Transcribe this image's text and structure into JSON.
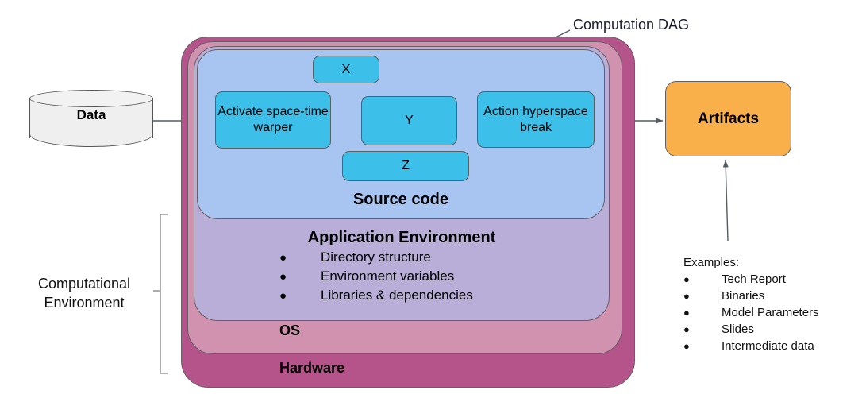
{
  "title": "Computational Environment and Computation DAG diagram",
  "layers": {
    "source_code": {
      "label": "Source code",
      "color": "#a8c4f0"
    },
    "application_environment": {
      "label": "Application Environment",
      "color": "#b8aed8",
      "bullets": [
        "Directory structure",
        "Environment variables",
        "Libraries & dependencies"
      ],
      "bullet_glyph": "●"
    },
    "os": {
      "label": "OS",
      "color": "#d192b0"
    },
    "hardware": {
      "label": "Hardware",
      "color": "#b5548a"
    }
  },
  "dag": {
    "annotation": "Computation DAG",
    "node_color": "#3cbfe8",
    "nodes": [
      {
        "id": "activate",
        "label": "Activate space-time warper"
      },
      {
        "id": "x",
        "label": "X"
      },
      {
        "id": "y",
        "label": "Y"
      },
      {
        "id": "z",
        "label": "Z"
      },
      {
        "id": "action",
        "label": "Action hyperspace break"
      }
    ]
  },
  "data_source": {
    "label": "Data",
    "color": "#efefef"
  },
  "artifacts": {
    "label": "Artifacts",
    "color": "#f9b04a",
    "examples_title": "Examples:",
    "examples": [
      "Tech Report",
      "Binaries",
      "Model Parameters",
      "Slides",
      "Intermediate data"
    ],
    "bullet_glyph": "●"
  },
  "bracket_label": "Computational Environment",
  "colors": {
    "arrow": "#555555",
    "node_border": "#5d6063",
    "layer_border": "#666066",
    "text": "#111111"
  }
}
